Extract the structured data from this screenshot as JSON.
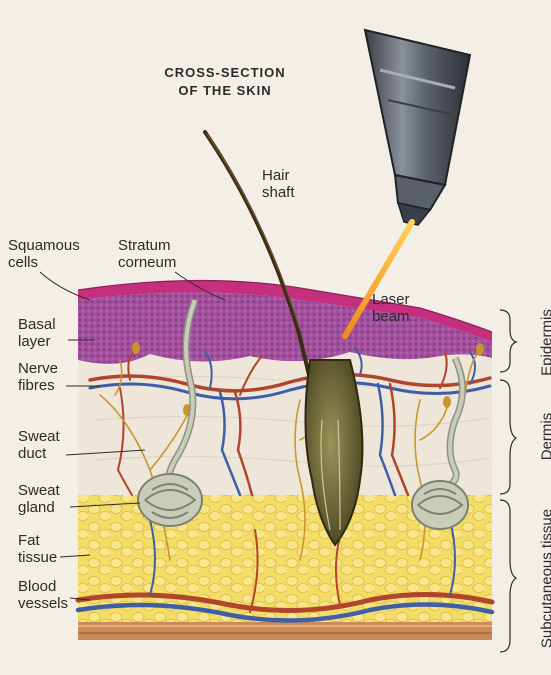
{
  "diagram": {
    "title_line1": "CROSS-SECTION",
    "title_line2": "OF THE SKIN",
    "labels": {
      "hair_shaft_1": "Hair",
      "hair_shaft_2": "shaft",
      "squamous_1": "Squamous",
      "squamous_2": "cells",
      "stratum_1": "Stratum",
      "stratum_2": "corneum",
      "laser_1": "Laser",
      "laser_2": "beam",
      "basal_1": "Basal",
      "basal_2": "layer",
      "nerve_1": "Nerve",
      "nerve_2": "fibres",
      "sweat_duct_1": "Sweat",
      "sweat_duct_2": "duct",
      "sweat_gland_1": "Sweat",
      "sweat_gland_2": "gland",
      "fat_1": "Fat",
      "fat_2": "tissue",
      "blood_1": "Blood",
      "blood_2": "vessels"
    },
    "layer_labels": {
      "epidermis": "Epidermis",
      "dermis": "Dermis",
      "subcutaneous": "Subcutaneous tissue"
    },
    "colors": {
      "stratum": "#c2307e",
      "epidermis": "#a04a9c",
      "dermis": "#ece3d8",
      "fat": "#f1d65a",
      "vein": "#3f5ea8",
      "artery": "#b0452b",
      "nerve": "#c9962e",
      "hair": "#3b2c14",
      "laser": "#f08a1e"
    }
  }
}
